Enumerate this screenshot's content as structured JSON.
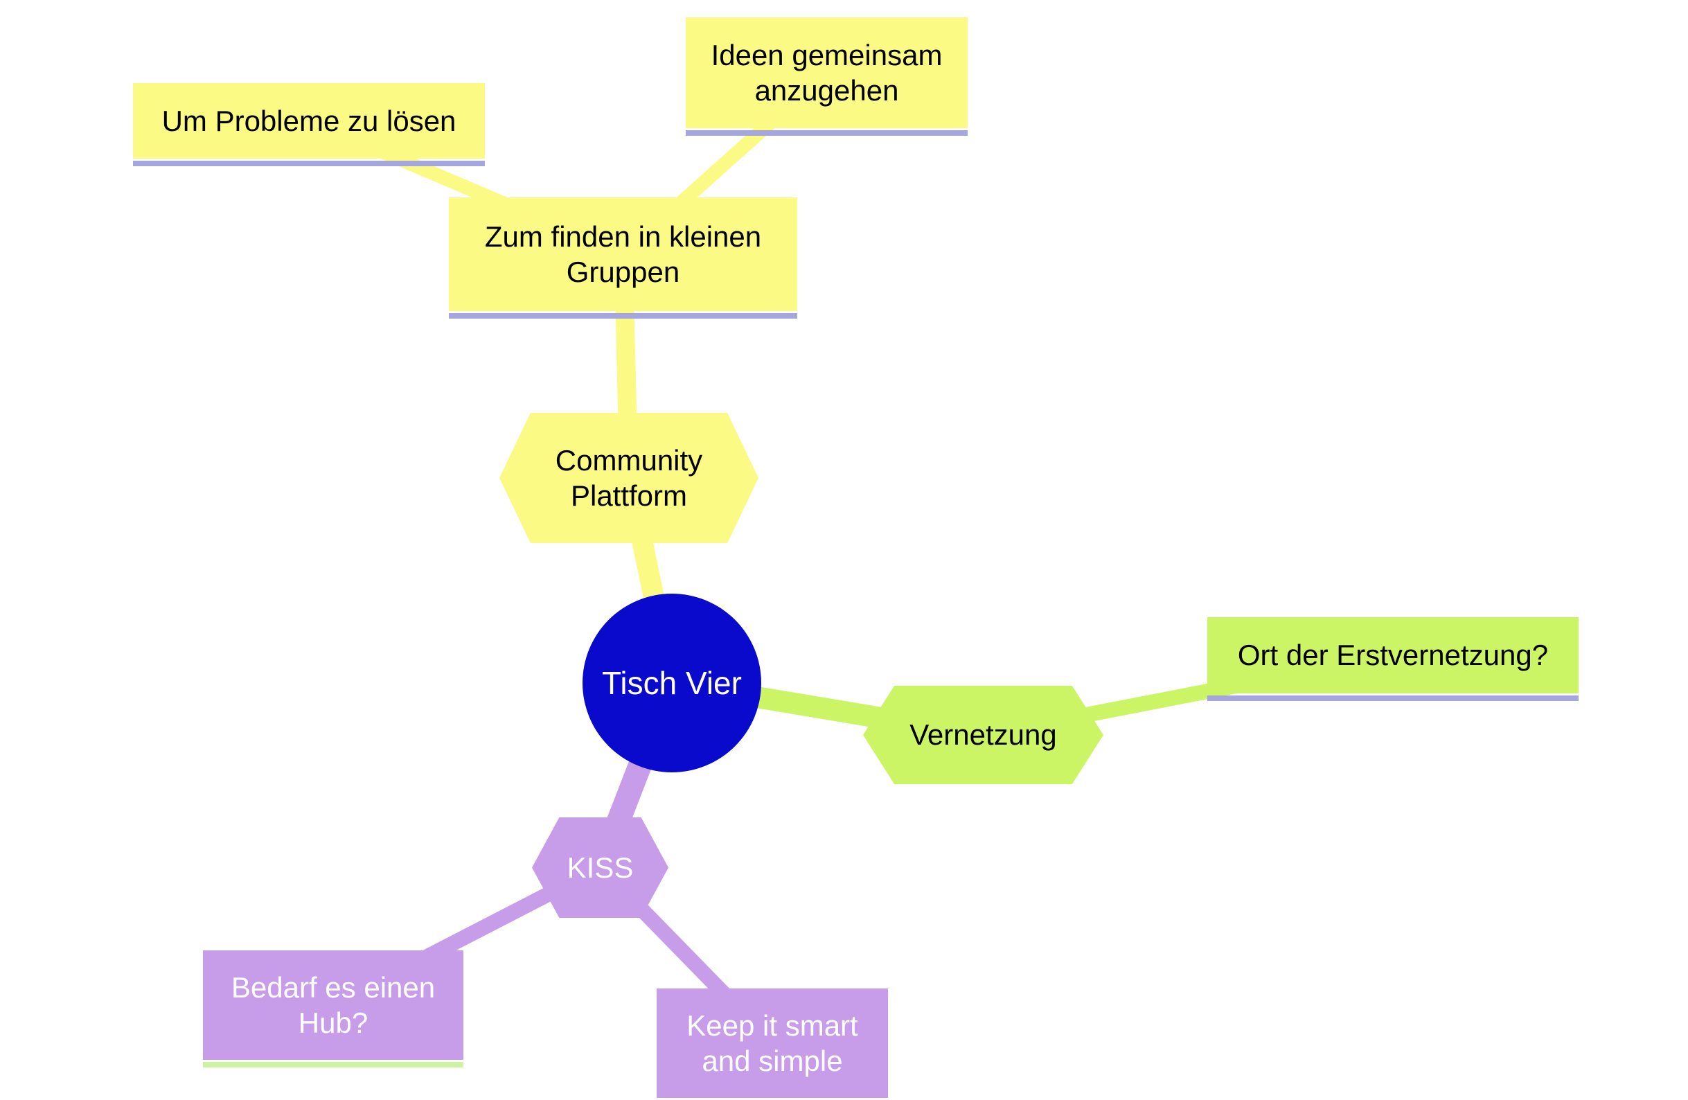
{
  "diagram_title": "Tisch Vier mind map",
  "nodes": {
    "root": {
      "label": "Tisch Vier",
      "shape": "circle",
      "fill": "#0a0acd",
      "text_color": "#ffffff"
    },
    "community": {
      "label": "Community Plattform",
      "shape": "hexagon",
      "fill": "#fafa85",
      "text_color": "#000000"
    },
    "zum_finden": {
      "label": "Zum finden in kleinen Gruppen",
      "shape": "box",
      "fill": "#fafa85",
      "underline": "#a6a6df",
      "text_color": "#000000"
    },
    "um_probleme": {
      "label": "Um Probleme zu lösen",
      "shape": "box",
      "fill": "#fafa85",
      "underline": "#a6a6df",
      "text_color": "#000000"
    },
    "ideen": {
      "label": "Ideen gemeinsam anzugehen",
      "shape": "box",
      "fill": "#fafa85",
      "underline": "#a6a6df",
      "text_color": "#000000"
    },
    "vernetzung": {
      "label": "Vernetzung",
      "shape": "hexagon",
      "fill": "#ccf566",
      "text_color": "#000000"
    },
    "ort": {
      "label": "Ort der Erstvernetzung?",
      "shape": "box",
      "fill": "#ccf566",
      "underline": "#a6a6df",
      "text_color": "#000000"
    },
    "kiss": {
      "label": "KISS",
      "shape": "hexagon",
      "fill": "#c79de9",
      "text_color": "#ffffff"
    },
    "bedarf": {
      "label": "Bedarf es einen Hub?",
      "shape": "box",
      "fill": "#c79de9",
      "underline": "#cbf3a1",
      "text_color": "#ffffff"
    },
    "keep": {
      "label": "Keep it smart and simple",
      "shape": "box",
      "fill": "#c79de9",
      "underline": "#e2e2f2",
      "text_color": "#ffffff"
    }
  },
  "edges": [
    {
      "from": "root",
      "to": "community",
      "color": "#fafa85"
    },
    {
      "from": "community",
      "to": "zum_finden",
      "color": "#fafa85"
    },
    {
      "from": "zum_finden",
      "to": "um_probleme",
      "color": "#fafa85"
    },
    {
      "from": "zum_finden",
      "to": "ideen",
      "color": "#fafa85"
    },
    {
      "from": "root",
      "to": "vernetzung",
      "color": "#ccf566"
    },
    {
      "from": "vernetzung",
      "to": "ort",
      "color": "#ccf566"
    },
    {
      "from": "root",
      "to": "kiss",
      "color": "#c79de9"
    },
    {
      "from": "kiss",
      "to": "bedarf",
      "color": "#c79de9"
    },
    {
      "from": "kiss",
      "to": "keep",
      "color": "#c79de9"
    }
  ],
  "colors": {
    "background": "#ffffff",
    "branch_yellow": "#fafa85",
    "branch_green": "#ccf566",
    "branch_purple": "#c79de9",
    "root_blue": "#0a0acd",
    "underline_lavender": "#a6a6df",
    "underline_green": "#cbf3a1",
    "underline_light": "#e2e2f2"
  }
}
